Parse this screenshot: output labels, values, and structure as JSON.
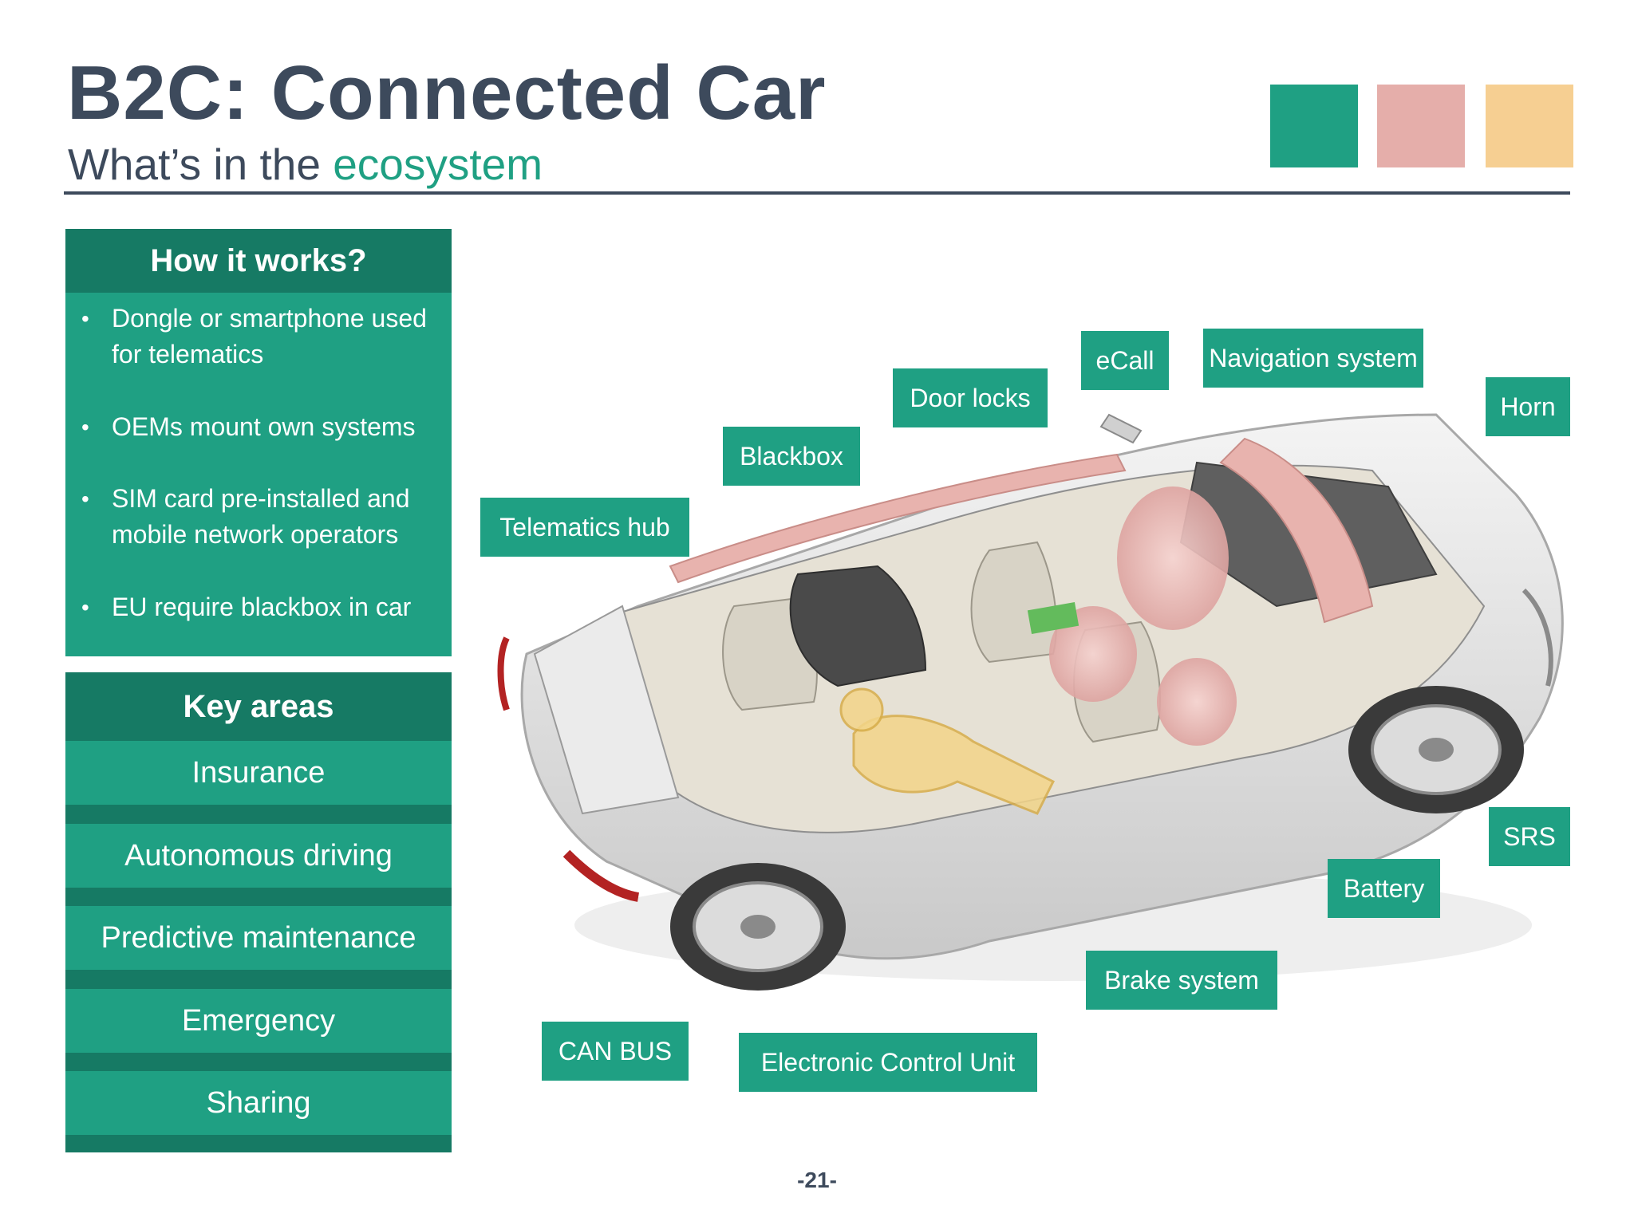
{
  "header": {
    "title": "B2C: Connected Car",
    "subtitle_prefix": "What’s in the ",
    "subtitle_accent": "ecosystem"
  },
  "swatches": [
    "#1fa083",
    "#e5aeaa",
    "#f6cf92"
  ],
  "how_it_works": {
    "title": "How it works?",
    "bullets": [
      "Dongle or smartphone used for telematics",
      "OEMs mount own systems",
      "SIM card pre-installed and mobile network operators",
      "EU require blackbox in car"
    ]
  },
  "key_areas": {
    "title": "Key areas",
    "items": [
      "Insurance",
      "Autonomous driving",
      "Predictive maintenance",
      "Emergency",
      "Sharing"
    ]
  },
  "callouts": {
    "telematics_hub": "Telematics hub",
    "blackbox": "Blackbox",
    "door_locks": "Door locks",
    "ecall": "eCall",
    "navigation_system": "Navigation system",
    "horn": "Horn",
    "srs": "SRS",
    "battery": "Battery",
    "brake_system": "Brake system",
    "can_bus": "CAN BUS",
    "electronic_control_unit": "Electronic Control Unit"
  },
  "footer": {
    "page_number": "-21-"
  },
  "colors": {
    "accent": "#1fa083",
    "accent_dark": "#167a64",
    "heading": "#3d4a5c"
  }
}
